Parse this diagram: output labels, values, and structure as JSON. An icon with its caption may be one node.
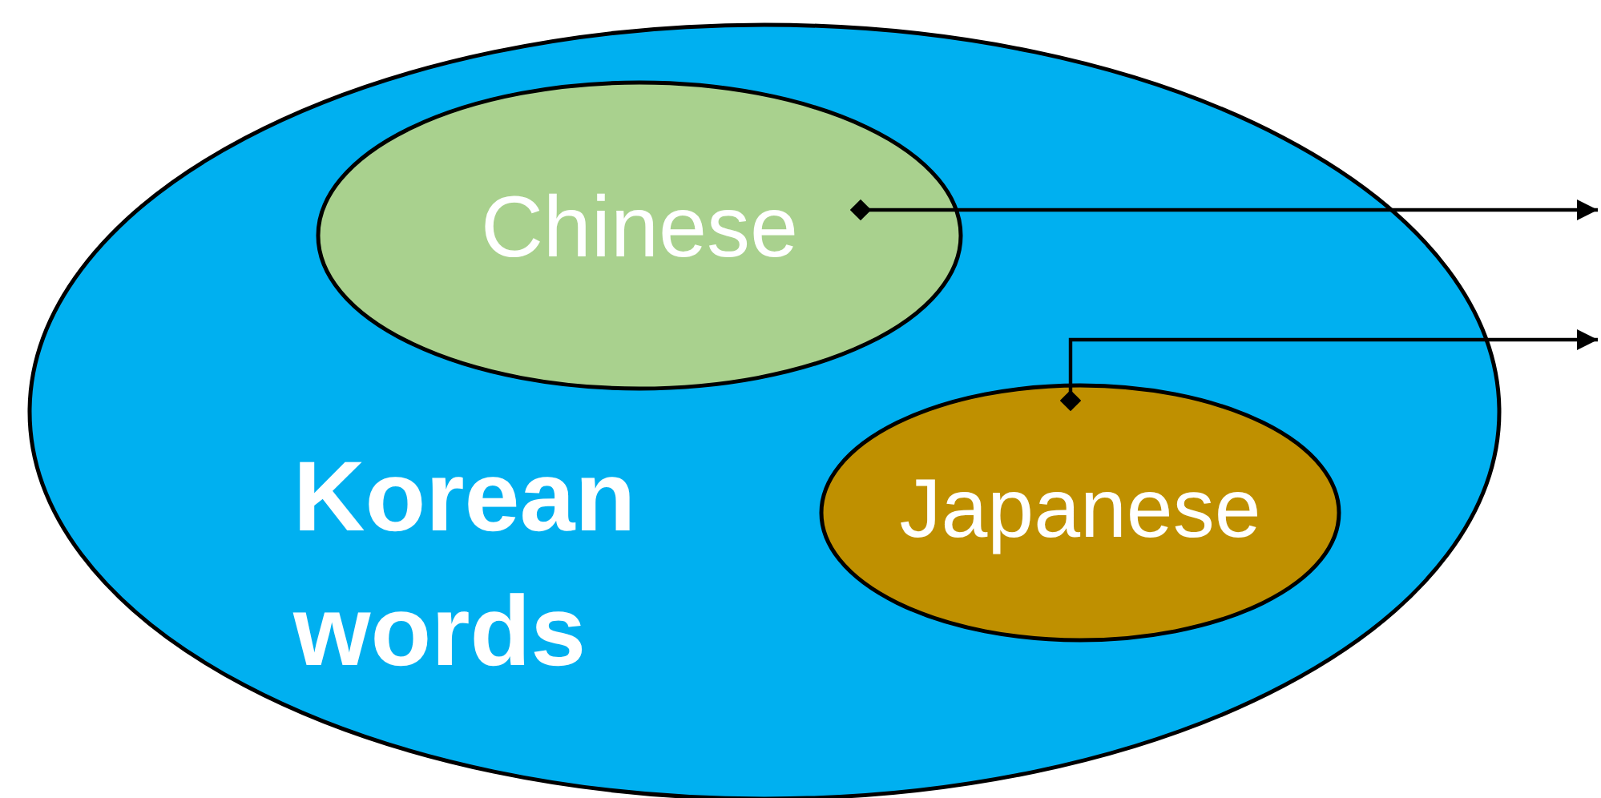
{
  "diagram": {
    "nodes": [
      {
        "text": [
          "Korean words"
        ]
      },
      {
        "text": [
          "Chinese"
        ],
        "in": 0
      },
      {
        "text": [
          "Japanese"
        ],
        "in": 0
      }
    ],
    "edges": [
      {
        "from": 1,
        "to": null,
        "arrow": "to"
      },
      {
        "from": 2,
        "to": null,
        "arrow": "to"
      }
    ]
  }
}
